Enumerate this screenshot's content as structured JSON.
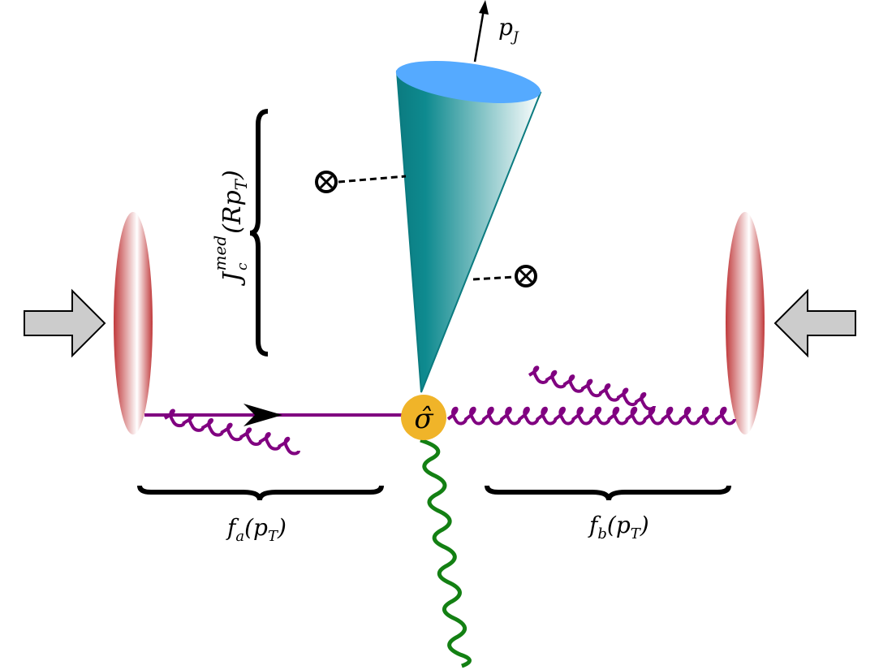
{
  "labels": {
    "p_jet": "p",
    "p_jet_sub": "J",
    "jet_function": "J",
    "jet_function_sub": "c",
    "jet_function_sup": "med",
    "jet_function_arg": "(Rp",
    "jet_function_arg_sub": "T",
    "jet_function_close": ")",
    "pdf_a": "f",
    "pdf_a_sub": "a",
    "pdf_a_arg": "(p",
    "pdf_a_arg_sub": "T",
    "pdf_a_close": ")",
    "pdf_b": "f",
    "pdf_b_sub": "b",
    "pdf_b_arg": "(p",
    "pdf_b_arg_sub": "T",
    "pdf_b_close": ")",
    "hard_vertex": "σ̂"
  },
  "colors": {
    "nucleus": "#c0393b",
    "quark_line": "#800080",
    "gluon": "#800080",
    "photon": "#138013",
    "vertex": "#f0b429",
    "cone_dark": "#0b7b80",
    "cone_top": "#55aaff",
    "beam_arrow": "#cccccc"
  },
  "icons": {
    "scattering_center": "circle-times-icon",
    "beam": "block-arrow-icon"
  }
}
